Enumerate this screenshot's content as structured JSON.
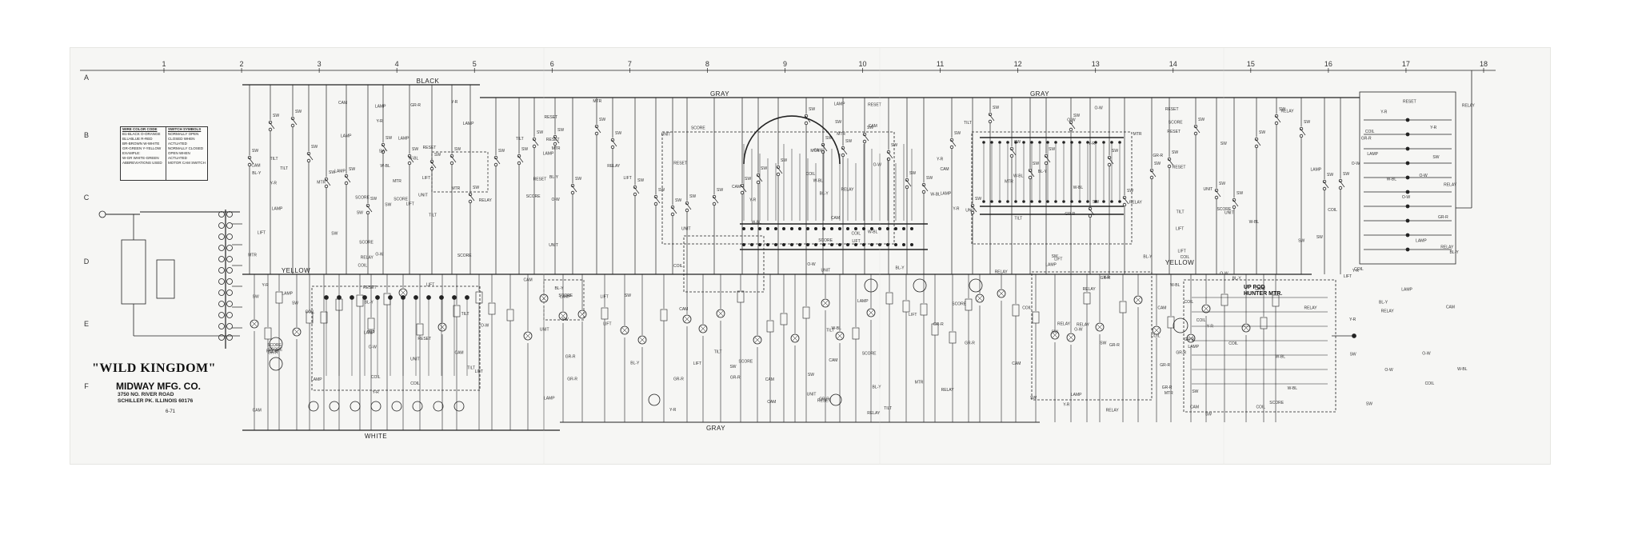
{
  "title": {
    "game": "\"WILD KINGDOM\"",
    "maker": "MIDWAY MFG. CO.",
    "address_line1": "3750 NO. RIVER ROAD",
    "address_line2": "SCHILLER PK. ILLINOIS 60176",
    "date": "6-71"
  },
  "column_numbers": [
    "1",
    "2",
    "3",
    "4",
    "5",
    "6",
    "7",
    "8",
    "9",
    "10",
    "11",
    "12",
    "13",
    "14",
    "15",
    "16",
    "17",
    "18"
  ],
  "row_letters": [
    "A",
    "B",
    "C",
    "D",
    "E",
    "F"
  ],
  "bus_labels": {
    "black": "BLACK",
    "gray_left": "GRAY",
    "gray_right": "GRAY",
    "yellow_left": "YELLOW",
    "yellow_right": "YELLOW",
    "white": "WHITE",
    "gray_bottom": "GRAY"
  },
  "legend": {
    "wire_heading": "WIRE COLOR CODE",
    "wire_lines": [
      "B1-BLACK  O-ORANGE",
      "BLU-BLUE  R-RED",
      "BR-BROWN  W-WHITE",
      "GR-GREEN  Y-YELLOW",
      "EXAMPLE:",
      "W-GR  WHITE-GREEN",
      "ABBREVIATIONS USED"
    ],
    "switch_heading": "SWITCH SYMBOLS",
    "switch_lines": [
      "NORMALLY OPEN",
      "CLOSED WHEN",
      "ACTUATED",
      "NORMALLY CLOSED",
      "OPEN WHEN",
      "ACTUATED",
      "MOTOR CAM SWITCH"
    ]
  },
  "pod_label": {
    "line1": "UP POD",
    "line2": "HUNTER MTR."
  }
}
